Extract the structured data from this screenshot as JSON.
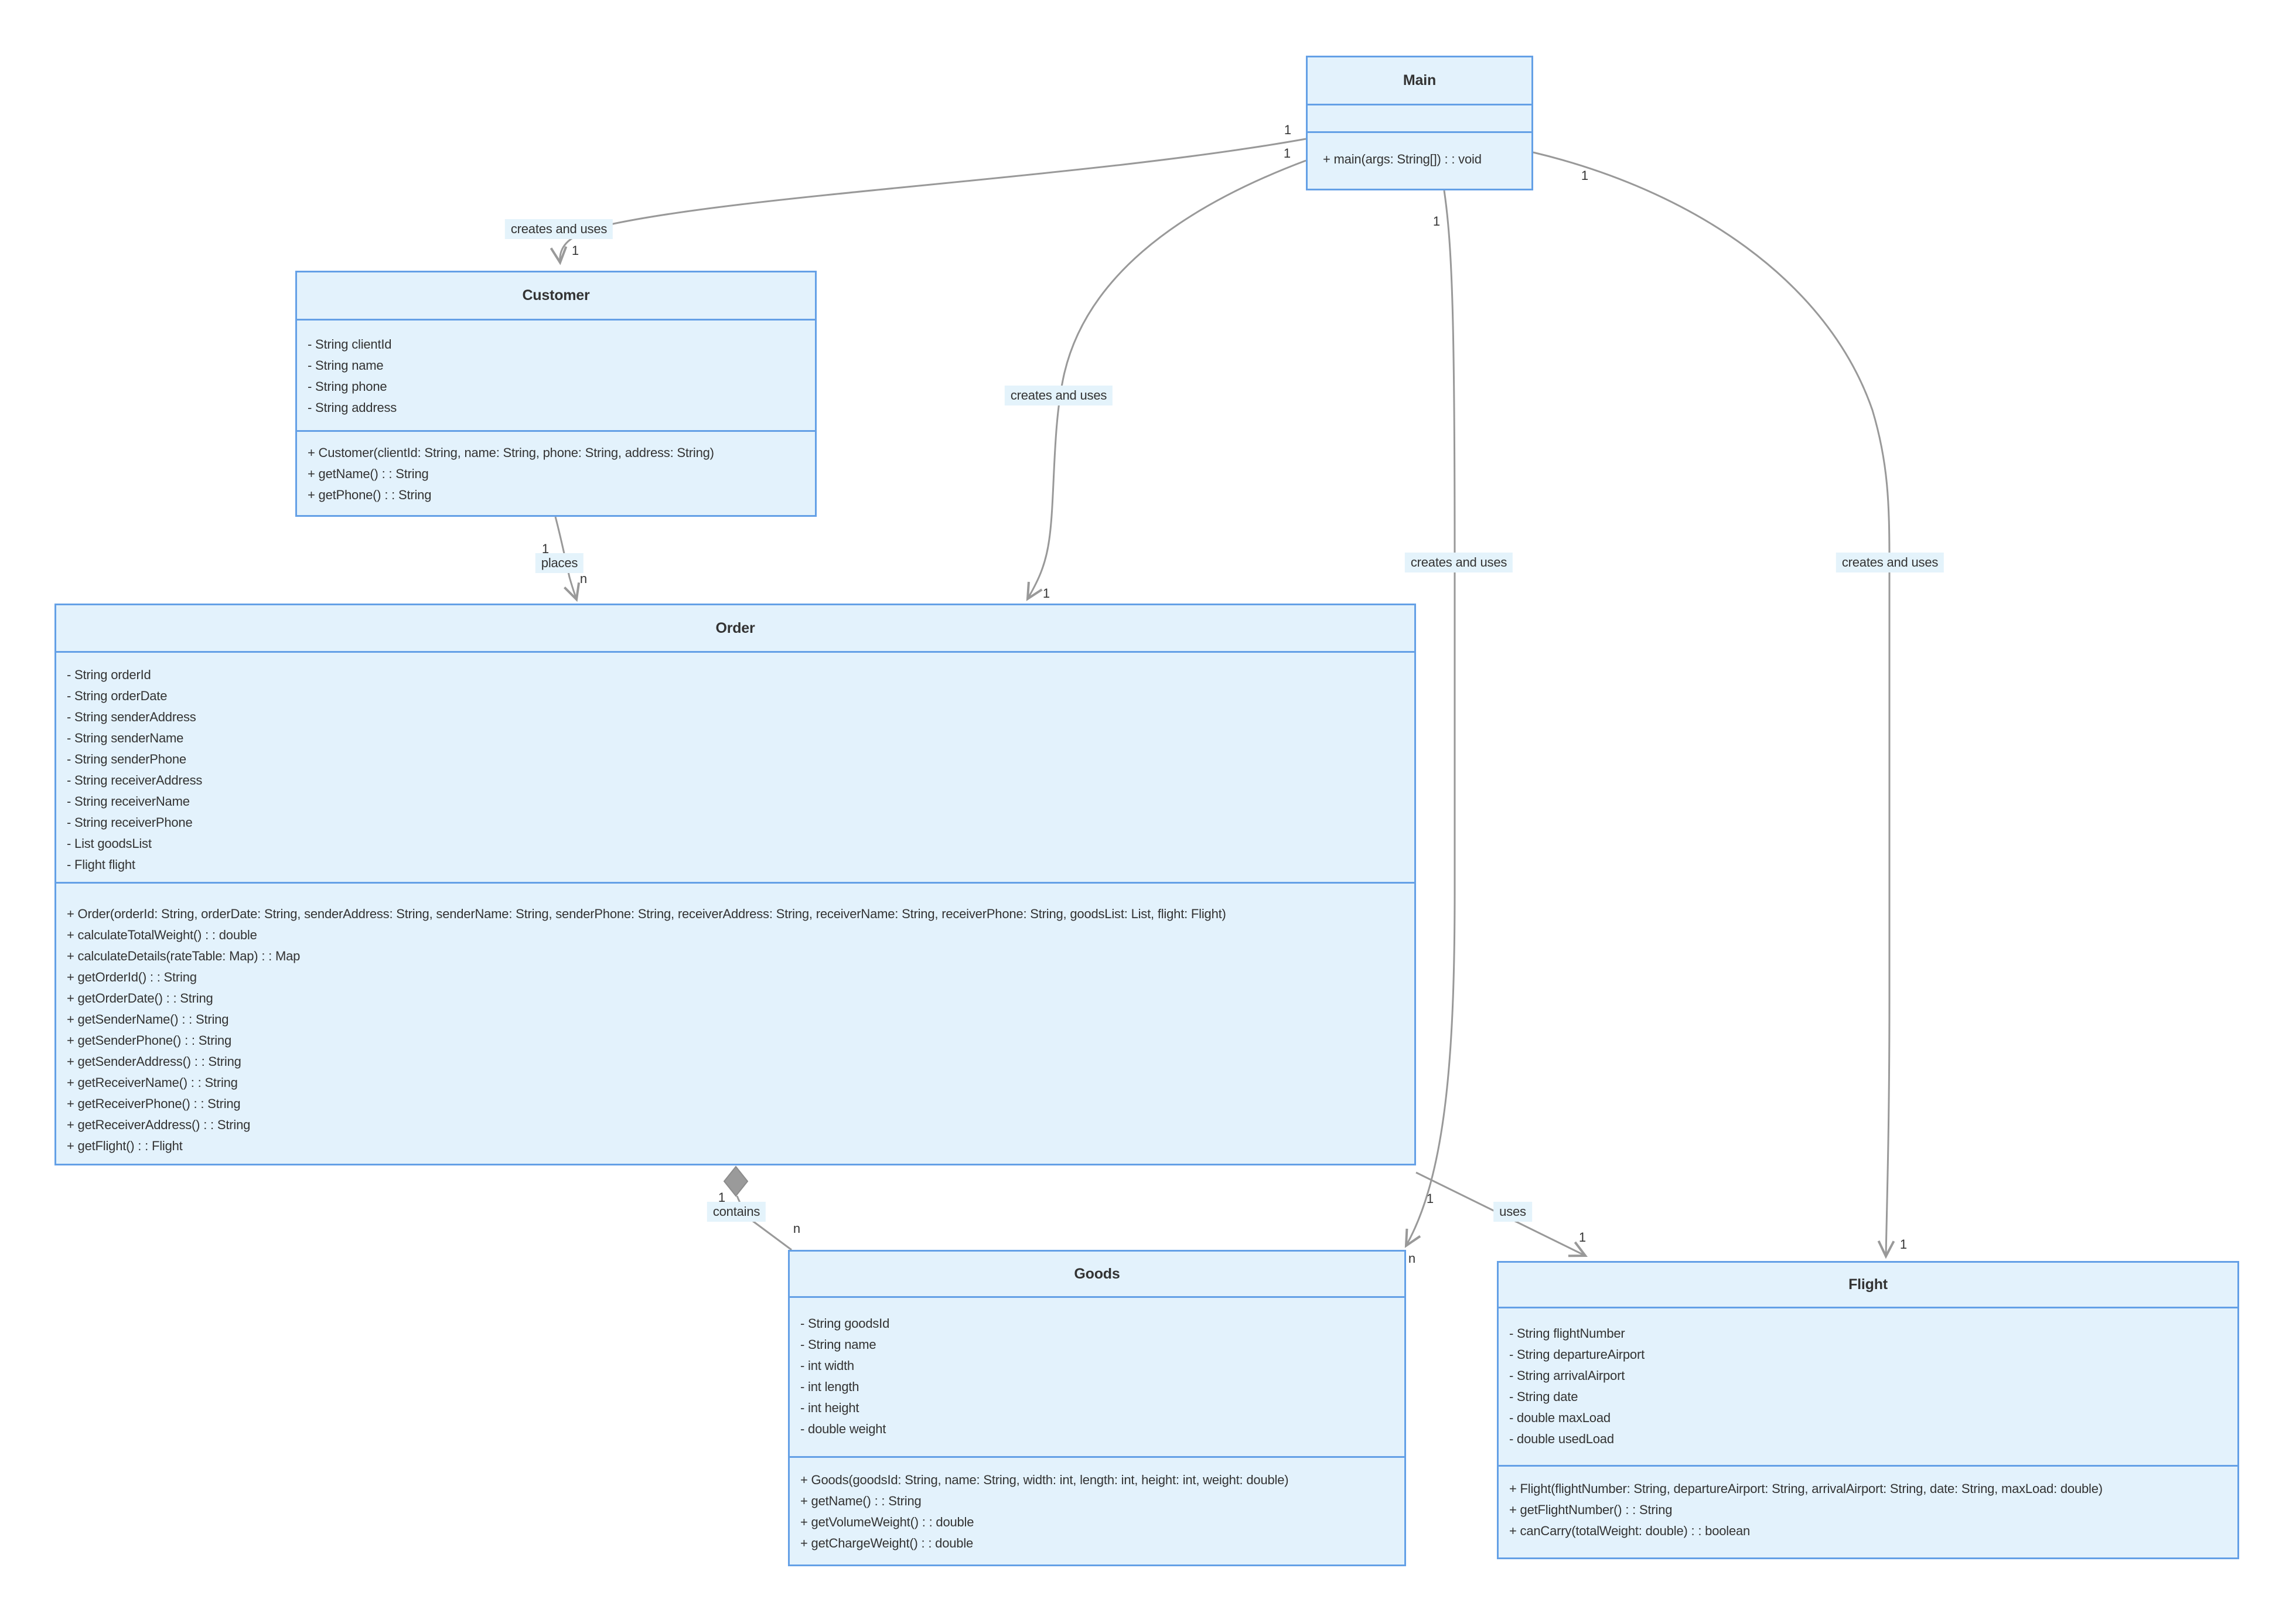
{
  "diagram": {
    "type": "uml-class-diagram",
    "colors": {
      "class_fill": "#e3f2fc",
      "class_border": "#64a0e6",
      "edge_line": "#999999",
      "label_background": "#e4f3fb",
      "text": "#333333",
      "page_background": "#ffffff"
    },
    "classes": [
      {
        "name": "Main",
        "attributes": [],
        "methods": [
          "+ main(args: String[]) : : void"
        ]
      },
      {
        "name": "Customer",
        "attributes": [
          "- String clientId",
          "- String name",
          "- String phone",
          "- String address"
        ],
        "methods": [
          "+ Customer(clientId: String, name: String, phone: String, address: String)",
          "+ getName() : : String",
          "+ getPhone() : : String"
        ]
      },
      {
        "name": "Order",
        "attributes": [
          "- String orderId",
          "- String orderDate",
          "- String senderAddress",
          "- String senderName",
          "- String senderPhone",
          "- String receiverAddress",
          "- String receiverName",
          "- String receiverPhone",
          "- List goodsList",
          "- Flight flight"
        ],
        "methods": [
          "+ Order(orderId: String, orderDate: String, senderAddress: String, senderName: String, senderPhone: String, receiverAddress: String, receiverName: String, receiverPhone: String, goodsList: List, flight: Flight)",
          "+ calculateTotalWeight() : : double",
          "+ calculateDetails(rateTable: Map) : : Map",
          "+ getOrderId() : : String",
          "+ getOrderDate() : : String",
          "+ getSenderName() : : String",
          "+ getSenderPhone() : : String",
          "+ getSenderAddress() : : String",
          "+ getReceiverName() : : String",
          "+ getReceiverPhone() : : String",
          "+ getReceiverAddress() : : String",
          "+ getFlight() : : Flight"
        ]
      },
      {
        "name": "Goods",
        "attributes": [
          "- String goodsId",
          "- String name",
          "- int width",
          "- int length",
          "- int height",
          "- double weight"
        ],
        "methods": [
          "+ Goods(goodsId: String, name: String, width: int, length: int, height: int, weight: double)",
          "+ getName() : : String",
          "+ getVolumeWeight() : : double",
          "+ getChargeWeight() : : double"
        ]
      },
      {
        "name": "Flight",
        "attributes": [
          "- String flightNumber",
          "- String departureAirport",
          "- String arrivalAirport",
          "- String date",
          "- double maxLoad",
          "- double usedLoad"
        ],
        "methods": [
          "+ Flight(flightNumber: String, departureAirport: String, arrivalAirport: String, date: String, maxLoad: double)",
          "+ getFlightNumber() : : String",
          "+ canCarry(totalWeight: double) : : boolean"
        ]
      }
    ],
    "relationships": [
      {
        "from": "Main",
        "to": "Customer",
        "label": "creates and uses",
        "type": "association-open-arrow",
        "source_multiplicity": "1",
        "target_multiplicity": "1"
      },
      {
        "from": "Main",
        "to": "Order",
        "label": "creates and uses",
        "type": "association-open-arrow",
        "source_multiplicity": "1",
        "target_multiplicity": "1"
      },
      {
        "from": "Main",
        "to": "Goods",
        "label": "creates and uses",
        "type": "association-open-arrow",
        "source_multiplicity": "1",
        "target_multiplicity": "n"
      },
      {
        "from": "Main",
        "to": "Flight",
        "label": "creates and uses",
        "type": "association-open-arrow",
        "source_multiplicity": "1",
        "target_multiplicity": "1"
      },
      {
        "from": "Customer",
        "to": "Order",
        "label": "places",
        "type": "association-open-arrow",
        "source_multiplicity": "1",
        "target_multiplicity": "n"
      },
      {
        "from": "Order",
        "to": "Goods",
        "label": "contains",
        "type": "aggregation-diamond-at-source",
        "source_multiplicity": "1",
        "target_multiplicity": "n"
      },
      {
        "from": "Order",
        "to": "Flight",
        "label": "uses",
        "type": "association-open-arrow",
        "source_multiplicity": "1",
        "target_multiplicity": "1"
      }
    ]
  }
}
